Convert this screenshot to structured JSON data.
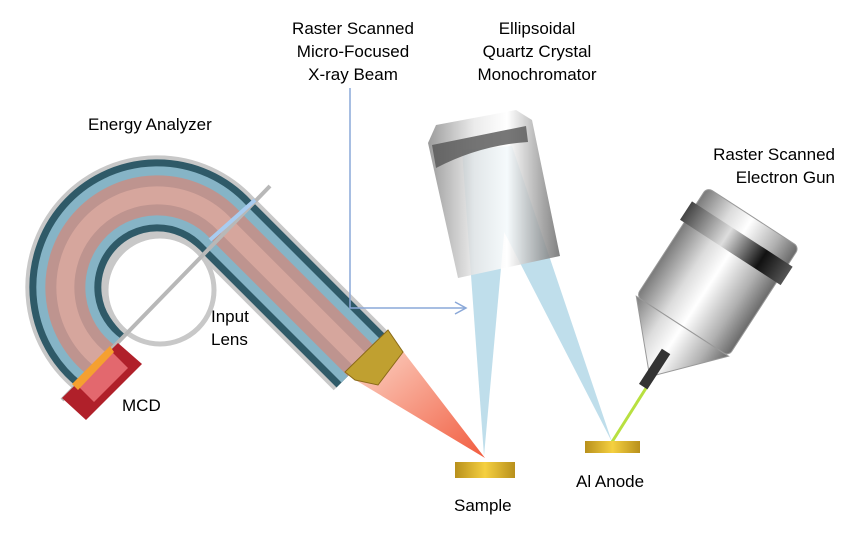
{
  "labels": {
    "xray_beam": [
      "Raster Scanned",
      "Micro-Focused",
      "X-ray Beam"
    ],
    "monochromator": [
      "Ellipsoidal",
      "Quartz Crystal",
      "Monochromator"
    ],
    "energy_analyzer": "Energy Analyzer",
    "electron_gun": [
      "Raster Scanned",
      "Electron Gun"
    ],
    "input_lens": [
      "Input",
      "Lens"
    ],
    "mcd": "MCD",
    "sample": "Sample",
    "anode": "Al Anode"
  },
  "colors": {
    "xray_beam": "#8cc4dc",
    "photoelectrons": "#f05a3c",
    "electron_beam": "#b8e040",
    "gold": "#d4a82a",
    "mcd": "#b0202a",
    "pointer_line": "#8aa8d8"
  }
}
